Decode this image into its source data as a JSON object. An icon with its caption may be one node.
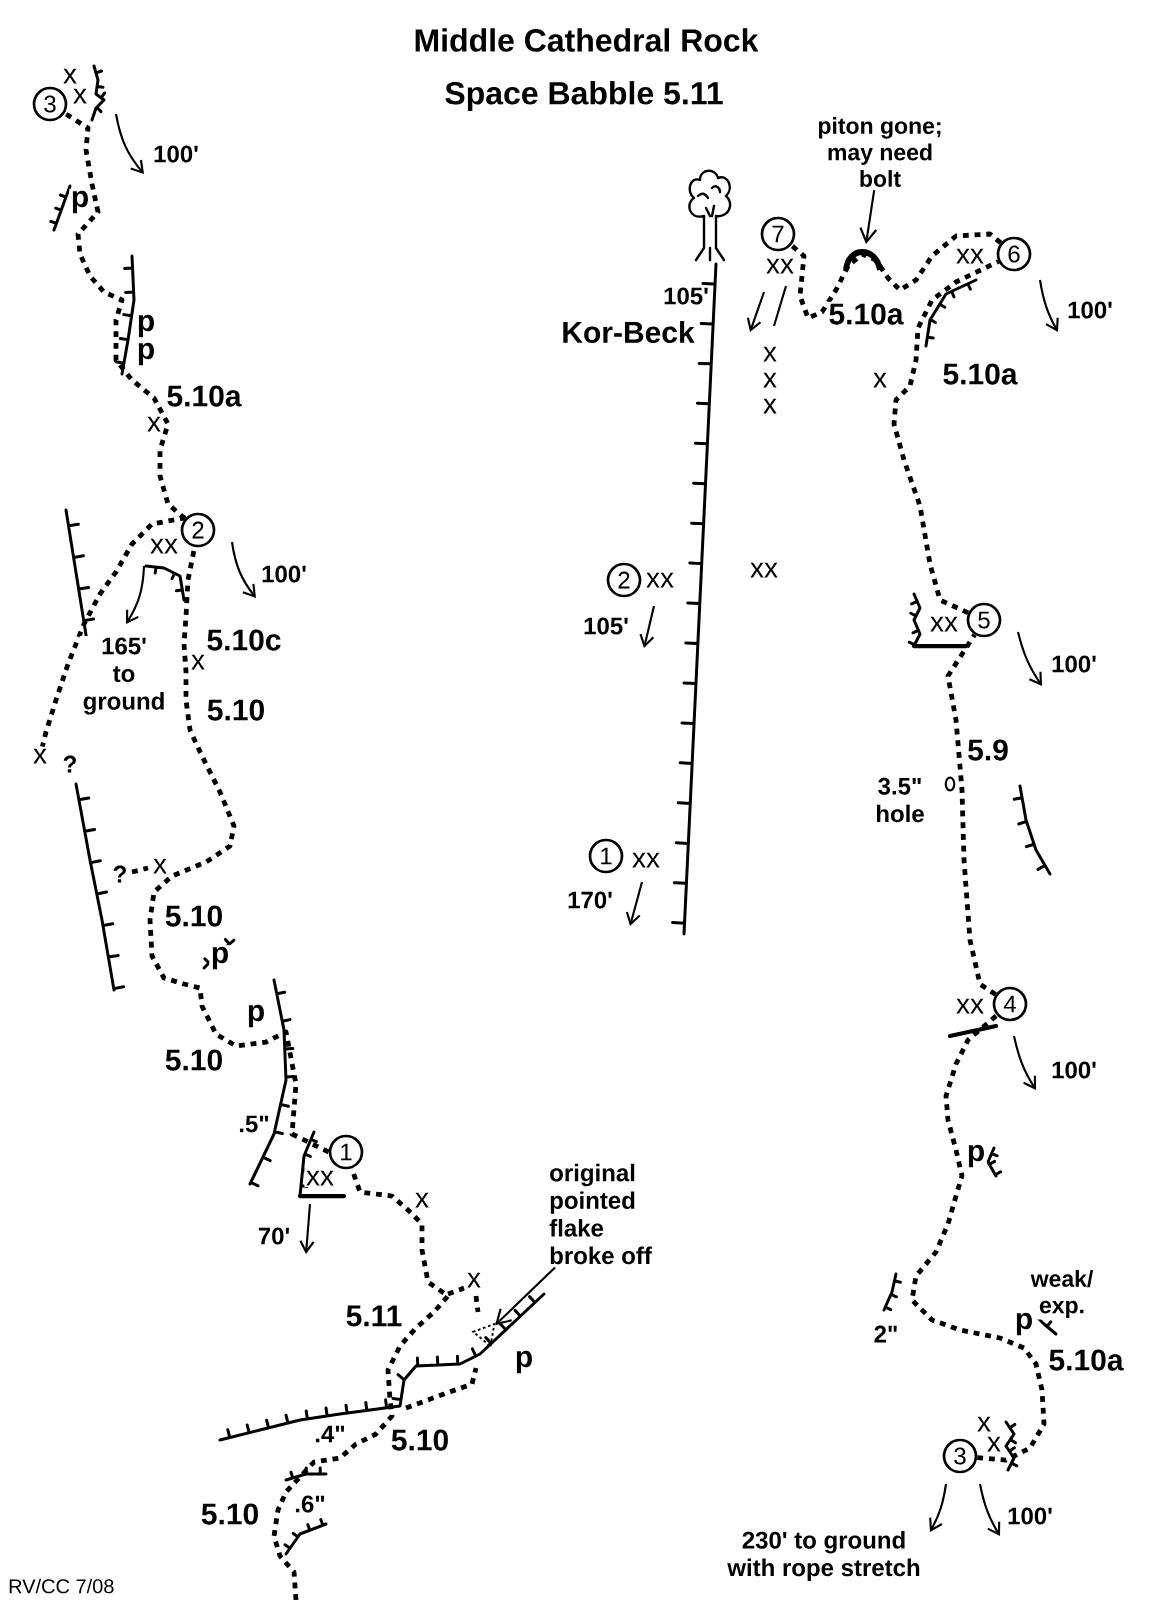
{
  "diagram": {
    "title": "Middle Cathedral Rock",
    "nodes": [
      {
        "text": [
          "3"
        ],
        "beside": [
          "x",
          "x"
        ]
      },
      {
        "text": [
          "2"
        ],
        "beside": [
          "xx"
        ]
      },
      {
        "text": [
          "1"
        ],
        "beside": [
          "xx"
        ]
      },
      {
        "text": [
          "original pointed flake broke off"
        ]
      },
      {
        "text": [
          "piton gone; may need bolt"
        ]
      },
      {
        "text": [
          "7"
        ],
        "beside": [
          "xx"
        ]
      },
      {
        "text": [
          "6"
        ],
        "beside": [
          "xx"
        ]
      },
      {
        "text": [
          "2"
        ],
        "beside": [
          "xx"
        ]
      },
      {
        "text": [
          "5"
        ],
        "beside": [
          "xx"
        ]
      },
      {
        "text": [
          "1"
        ],
        "beside": [
          "xx"
        ]
      },
      {
        "text": [
          "4"
        ],
        "beside": [
          "xx"
        ]
      },
      {
        "text": [
          "3"
        ],
        "beside": [
          "x",
          "x"
        ]
      },
      {
        "text": [
          "x"
        ]
      },
      {
        "text": [],
        "shape": "triangle"
      }
    ],
    "edges": [
      {
        "from": null,
        "to": 2,
        "arrow": "none",
        "style": "dashed"
      },
      {
        "from": 2,
        "to": 1,
        "arrow": "none",
        "style": "dashed"
      },
      {
        "from": 1,
        "to": 0,
        "arrow": "none",
        "style": "dashed"
      },
      {
        "from": 11,
        "to": 10,
        "arrow": "none",
        "style": "dashed"
      },
      {
        "from": 10,
        "to": 8,
        "arrow": "none",
        "style": "dashed"
      },
      {
        "from": 8,
        "to": 6,
        "arrow": "none",
        "style": "dashed"
      },
      {
        "from": 6,
        "to": 5,
        "arrow": "none",
        "style": "dashed"
      },
      {
        "from": 3,
        "to": 13,
        "arrow": "to"
      },
      {
        "from": 4,
        "to": null,
        "arrow": "to"
      },
      {
        "from": 1,
        "to": 12,
        "arrow": "none",
        "style": "dashed"
      }
    ],
    "labels": [
      "Space Babble 5.11",
      "100'",
      "p",
      "p",
      "p",
      "5.10a",
      "x",
      "100'",
      "165' to ground",
      "5.10c",
      "x",
      "5.10",
      "?",
      "x",
      "?",
      "5.10",
      "p",
      "p",
      "5.10",
      ".5\"",
      "x",
      "70'",
      "x",
      "5.11",
      "p",
      ".4\"",
      "5.10",
      ".6\"",
      "5.10",
      "RV/CC 7/08",
      "105'",
      "Kor-Beck",
      "5.10a",
      "100'",
      "x",
      "x",
      "x",
      "x",
      "5.10a",
      "xx",
      "105'",
      "100'",
      "5.9",
      "3.5\" hole",
      "170'",
      "100'",
      "p",
      "2\"",
      "weak/ exp.",
      "p",
      "5.10a",
      "100'",
      "230' to ground with rope stretch"
    ]
  }
}
